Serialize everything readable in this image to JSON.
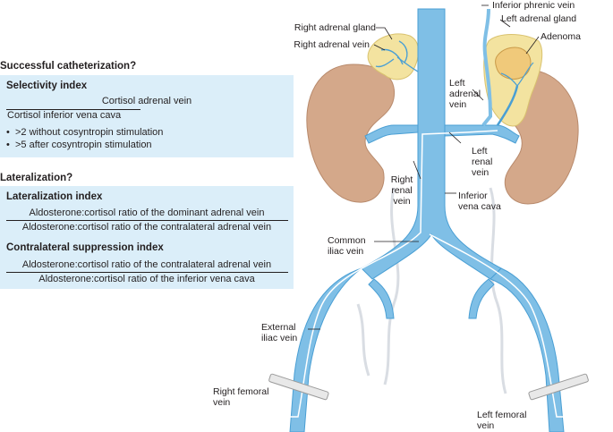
{
  "panel": {
    "catheterization_heading": "Successful catheterization?",
    "selectivity": {
      "title": "Selectivity index",
      "numerator": "Cortisol adrenal vein",
      "denominator": "Cortisol inferior vena cava",
      "bullets": [
        ">2 without cosyntropin stimulation",
        ">5 after cosyntropin stimulation"
      ]
    },
    "lateralization_heading": "Lateralization?",
    "lateralization": {
      "title": "Lateralization index",
      "numerator": "Aldosterone:cortisol ratio of the dominant adrenal vein",
      "denominator": "Aldosterone:cortisol ratio of the contralateral adrenal vein"
    },
    "suppression": {
      "title": "Contralateral suppression index",
      "numerator": "Aldosterone:cortisol ratio of the contralateral adrenal vein",
      "denominator": "Aldosterone:cortisol ratio of the inferior vena cava"
    }
  },
  "anatomy_labels": {
    "inferior_phrenic_vein": "Inferior phrenic vein",
    "right_adrenal_gland": "Right adrenal gland",
    "left_adrenal_gland": "Left adrenal gland",
    "right_adrenal_vein": "Right adrenal vein",
    "adenoma": "Adenoma",
    "left_adrenal_vein": [
      "Left",
      "adrenal",
      "vein"
    ],
    "left_renal_vein": [
      "Left",
      "renal",
      "vein"
    ],
    "right_renal_vein": [
      "Right",
      "renal",
      "vein"
    ],
    "inferior_vena_cava": [
      "Inferior",
      "vena cava"
    ],
    "common_iliac_vein": [
      "Common",
      "iliac vein"
    ],
    "external_iliac_vein": [
      "External",
      "iliac vein"
    ],
    "right_femoral_vein": [
      "Right femoral",
      "vein"
    ],
    "left_femoral_vein": [
      "Left femoral",
      "vein"
    ]
  },
  "colors": {
    "vein": "#7fbfe6",
    "vein_edge": "#4a9fd4",
    "kidney": "#d4a88a",
    "kidney_edge": "#b88a6c",
    "adrenal": "#f3e3a0",
    "adenoma": "#f0c97a",
    "panel_bg": "#dbeef9",
    "catheter": "#ffffff",
    "vessel_faint": "#d9dde3"
  }
}
